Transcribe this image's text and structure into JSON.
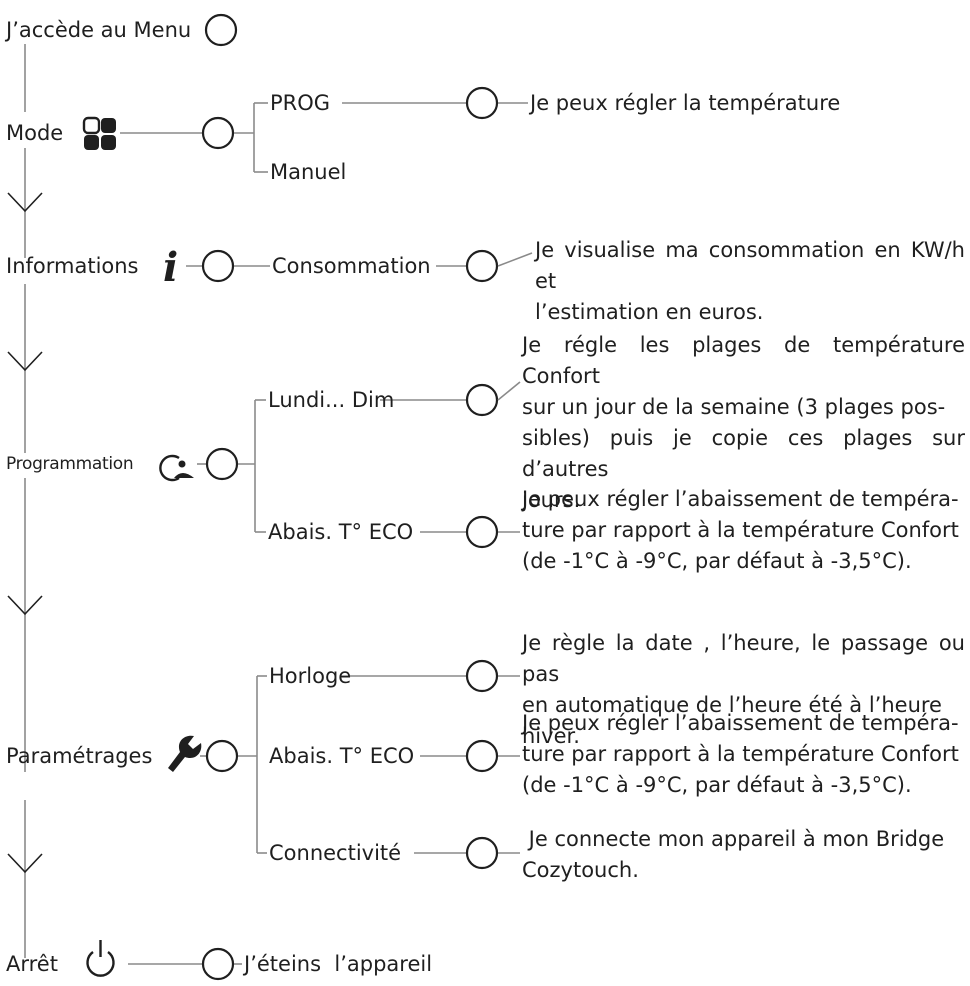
{
  "menu_title": "J’accède au Menu",
  "sections": {
    "mode": {
      "label": "Mode",
      "options": [
        "PROG",
        "Manuel"
      ],
      "prog_result": "Je peux régler la température"
    },
    "informations": {
      "label": "Informations",
      "option": "Consommation",
      "result_lines": [
        "Je visualise ma consommation en KW/h et",
        "l’estimation en euros."
      ]
    },
    "programmation": {
      "label": "Programmation",
      "options": [
        "Lundi... Dim",
        "Abais. T° ECO"
      ],
      "lundi_result_lines": [
        "Je régle les plages de température Confort",
        "sur un jour de la semaine  (3 plages pos-",
        "sibles) puis je copie ces plages sur d’autres",
        "jours."
      ],
      "eco_result_lines": [
        "Je peux régler l’abaissement de tempéra-",
        "ture par rapport à la température Confort",
        "(de -1°C à -9°C, par défaut à -3,5°C)."
      ]
    },
    "parametrages": {
      "label": "Paramétrages",
      "options": [
        "Horloge",
        "Abais. T° ECO",
        "Connectivité"
      ],
      "horloge_result_lines": [
        "Je règle la date , l’heure, le passage ou pas",
        "en automatique de l’heure été à l’heure",
        "hiver."
      ],
      "eco_result_lines": [
        "Je peux régler l’abaissement de tempéra-",
        "ture par rapport à la température Confort",
        "(de -1°C à -9°C, par défaut à -3,5°C)."
      ],
      "connect_result_lines": [
        " Je connecte mon appareil à mon Bridge",
        "Cozytouch."
      ]
    },
    "arret": {
      "label": "Arrêt",
      "result": "J’éteins  l’appareil"
    }
  },
  "icons": {
    "mode": "mode-squares-icon",
    "informations": "info-italic-i-icon",
    "programmation": "clock-person-icon",
    "parametrages": "wrench-icon",
    "arret": "power-icon"
  },
  "colors": {
    "text": "#1f1f1f",
    "connector": "#8a8a8a",
    "background": "#ffffff"
  }
}
